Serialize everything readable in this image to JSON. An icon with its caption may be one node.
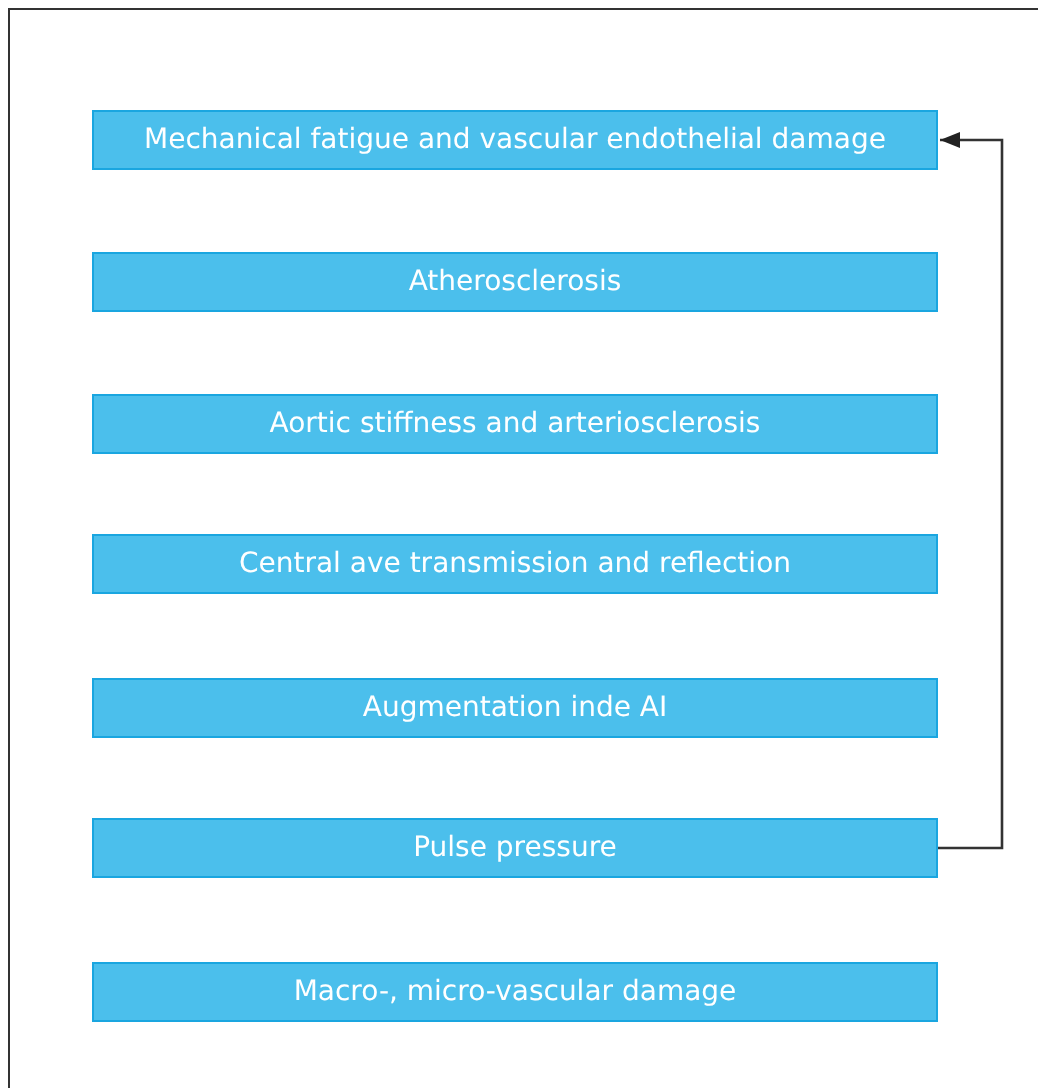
{
  "diagram": {
    "nodes": [
      {
        "text": [
          "Mechanical fatigue and vascular endothelial damage"
        ]
      },
      {
        "text": [
          "Atherosclerosis"
        ]
      },
      {
        "text": [
          "Aortic stiffness and arteriosclerosis"
        ]
      },
      {
        "text": [
          "Central ave transmission and reflection"
        ]
      },
      {
        "text": [
          "Augmentation inde AI"
        ]
      },
      {
        "text": [
          "Pulse pressure"
        ]
      },
      {
        "text": [
          "Macro-, micro-vascular damage"
        ]
      }
    ],
    "edges": [
      {
        "from": 5,
        "to": 0,
        "arrow": "to"
      }
    ]
  }
}
